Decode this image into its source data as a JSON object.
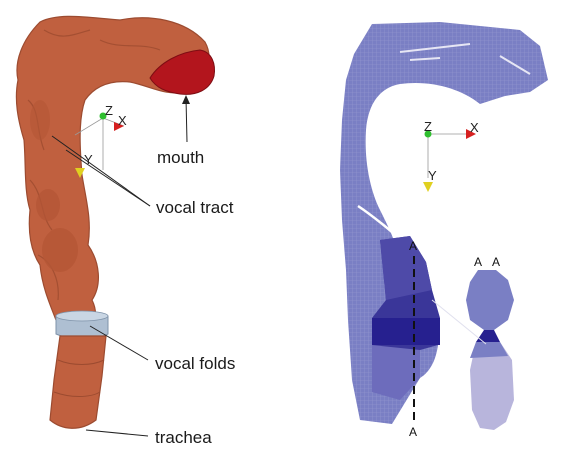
{
  "left_panel": {
    "labels": {
      "mouth": "mouth",
      "vocal_tract": "vocal tract",
      "vocal_folds": "vocal folds",
      "trachea": "trachea"
    },
    "axes": {
      "z": "Z",
      "x": "X",
      "y": "Y"
    }
  },
  "right_panel": {
    "axes": {
      "z": "Z",
      "x": "X",
      "y": "Y"
    },
    "section_marks": {
      "top": "A",
      "bottom": "A",
      "inset_left": "A",
      "inset_right": "A"
    }
  },
  "colors": {
    "tissue": "#c0603f",
    "tissue_dark": "#9c4b30",
    "mouth": "#b3151d",
    "vocal_folds": "#aebfd2",
    "mesh_light": "#7a7fc4",
    "mesh_dark": "#26208f",
    "mesh_mid": "#4e4aa8",
    "mesh_pale": "#b8b5dc",
    "axis_red": "#d62020",
    "axis_green": "#2fbf2f",
    "axis_yellow": "#e0d020"
  }
}
